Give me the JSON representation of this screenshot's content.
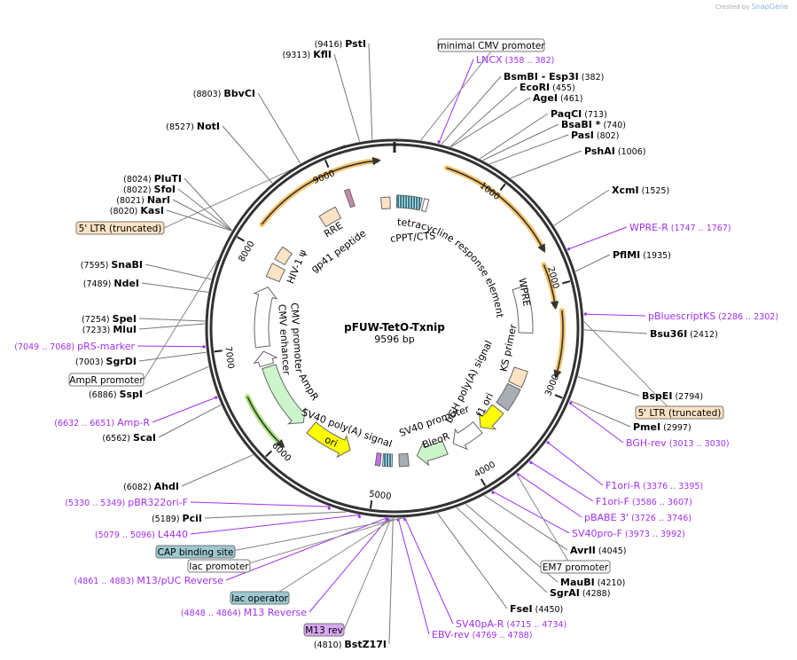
{
  "credit": {
    "prefix": "Created by",
    "brand": "SnapGene"
  },
  "plasmid": {
    "name": "pFUW-TetO-Txnip",
    "length": 9596,
    "length_label": "9596 bp"
  },
  "colors": {
    "enzyme": "#111111",
    "primer": "#a030f0",
    "ring": "#333333",
    "lenti_arc": "#f7c46c",
    "amp_arc": "#a8e27a"
  },
  "ticks": [
    "1000",
    "2000",
    "3000",
    "4000",
    "5000",
    "6000",
    "7000",
    "8000",
    "9000"
  ],
  "enzymes": [
    {
      "name": "BsmBI  - Esp3I",
      "pos": 382
    },
    {
      "name": "EcoRI",
      "pos": 455
    },
    {
      "name": "AgeI",
      "pos": 461
    },
    {
      "name": "PaqCI",
      "pos": 713
    },
    {
      "name": "BsaBI *",
      "pos": 740
    },
    {
      "name": "PasI",
      "pos": 802
    },
    {
      "name": "PshAI",
      "pos": 1006
    },
    {
      "name": "XcmI",
      "pos": 1525
    },
    {
      "name": "PflMI",
      "pos": 1935
    },
    {
      "name": "Bsu36I",
      "pos": 2412
    },
    {
      "name": "BspEI",
      "pos": 2794
    },
    {
      "name": "PmeI",
      "pos": 2997
    },
    {
      "name": "AvrII",
      "pos": 4045
    },
    {
      "name": "MauBI",
      "pos": 4210
    },
    {
      "name": "SgrAI",
      "pos": 4288
    },
    {
      "name": "FseI",
      "pos": 4450
    },
    {
      "name": "BstZ17I",
      "pos": 4810
    },
    {
      "name": "PciI",
      "pos": 5189
    },
    {
      "name": "AhdI",
      "pos": 6082
    },
    {
      "name": "ScaI",
      "pos": 6562
    },
    {
      "name": "SspI",
      "pos": 6886
    },
    {
      "name": "SgrDI",
      "pos": 7003
    },
    {
      "name": "MluI",
      "pos": 7233
    },
    {
      "name": "SpeI",
      "pos": 7254
    },
    {
      "name": "NdeI",
      "pos": 7489
    },
    {
      "name": "SnaBI",
      "pos": 7595
    },
    {
      "name": "KasI",
      "pos": 8020
    },
    {
      "name": "NarI",
      "pos": 8021
    },
    {
      "name": "SfoI",
      "pos": 8022
    },
    {
      "name": "PluTI",
      "pos": 8024
    },
    {
      "name": "NotI",
      "pos": 8527
    },
    {
      "name": "BbvCI",
      "pos": 8803
    },
    {
      "name": "KflI",
      "pos": 9313
    },
    {
      "name": "PstI",
      "pos": 9416
    }
  ],
  "primers": [
    {
      "name": "LNCX",
      "range": "(358 .. 382)",
      "start": 358
    },
    {
      "name": "WPRE-R",
      "range": "(1747 .. 1767)",
      "start": 1747
    },
    {
      "name": "pBluescriptKS",
      "range": "(2286 .. 2302)",
      "start": 2286
    },
    {
      "name": "BGH-rev",
      "range": "(3013 .. 3030)",
      "start": 3013
    },
    {
      "name": "F1ori-R",
      "range": "(3376 .. 3395)",
      "start": 3376
    },
    {
      "name": "F1ori-F",
      "range": "(3586 .. 3607)",
      "start": 3586
    },
    {
      "name": "pBABE 3'",
      "range": "(3726 .. 3746)",
      "start": 3726
    },
    {
      "name": "SV40pro-F",
      "range": "(3973 .. 3992)",
      "start": 3973
    },
    {
      "name": "SV40pA-R",
      "range": "(4715 .. 4734)",
      "start": 4715
    },
    {
      "name": "EBV-rev",
      "range": "(4769 .. 4788)",
      "start": 4769
    },
    {
      "name": "M13 Reverse",
      "range": "(4848 .. 4864)",
      "start": 4848
    },
    {
      "name": "M13/pUC Reverse",
      "range": "(4861 .. 4883)",
      "start": 4861
    },
    {
      "name": "L4440",
      "range": "(5079 .. 5096)",
      "start": 5079
    },
    {
      "name": "pBR322ori-F",
      "range": "(5330 .. 5349)",
      "start": 5330
    },
    {
      "name": "Amp-R",
      "range": "(6632 .. 6651)",
      "start": 6632
    },
    {
      "name": "pRS-marker",
      "range": "(7049 .. 7068)",
      "start": 7049
    }
  ],
  "feature_callouts": [
    {
      "name": "minimal CMV promoter",
      "color": "#ffffff"
    },
    {
      "name": "5' LTR (truncated)",
      "color": "#fde3c4"
    },
    {
      "name": "AmpR promoter",
      "color": "#ffffff"
    },
    {
      "name": "5' LTR (truncated)",
      "color": "#fde3c4"
    },
    {
      "name": "CAP binding site",
      "color": "#9cc8d0"
    },
    {
      "name": "lac promoter",
      "color": "#ffffff"
    },
    {
      "name": "lac operator",
      "color": "#9cc8d0"
    },
    {
      "name": "M13 rev",
      "color": "#d8a8f0"
    },
    {
      "name": "EM7 promoter",
      "color": "#ffffff"
    }
  ],
  "inner_labels": {
    "tre": "tetracycline response element",
    "cppt": "cPPT/CTS",
    "rre": "RRE",
    "gp41": "gp41 peptide",
    "hiv": "HIV-1 ψ",
    "cmv_promoter": "CMV promoter",
    "cmv_enhancer": "CMV enhancer",
    "ampr": "AmpR",
    "sv40pa": "SV40 poly(A) signal",
    "ori": "ori",
    "sv40p": "SV40 promoter",
    "bleor": "BleoR",
    "bgh": "bGH poly(A) signal",
    "f1ori": "f1 ori",
    "ks": "KS primer",
    "wpre": "WPRE"
  }
}
